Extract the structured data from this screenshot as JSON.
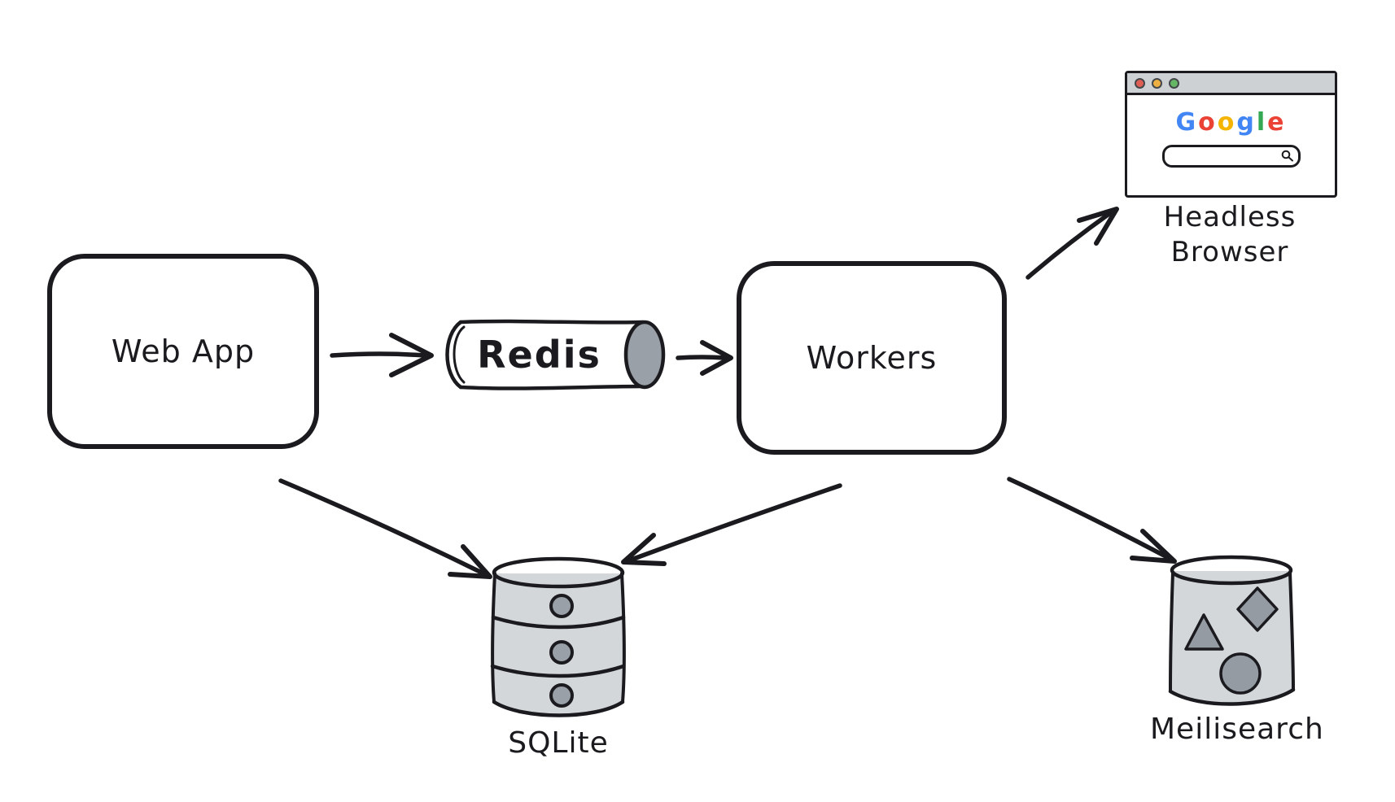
{
  "diagram": {
    "nodes": {
      "web_app": {
        "label": "Web App"
      },
      "redis": {
        "label": "Redis"
      },
      "workers": {
        "label": "Workers"
      },
      "headless_browser": {
        "label_line1": "Headless",
        "label_line2": "Browser",
        "logo_letters": [
          {
            "char": "G",
            "color": "#4285f4"
          },
          {
            "char": "o",
            "color": "#ea4335"
          },
          {
            "char": "o",
            "color": "#f4b400"
          },
          {
            "char": "g",
            "color": "#4285f4"
          },
          {
            "char": "l",
            "color": "#34a853"
          },
          {
            "char": "e",
            "color": "#ea4335"
          }
        ],
        "traffic_lights": [
          {
            "name": "close",
            "color": "#df5f55"
          },
          {
            "name": "minimize",
            "color": "#eeb043"
          },
          {
            "name": "maximize",
            "color": "#65b766"
          }
        ]
      },
      "sqlite": {
        "label": "SQLite"
      },
      "meilisearch": {
        "label": "Meilisearch"
      }
    },
    "edges": [
      {
        "from": "web-app",
        "to": "redis"
      },
      {
        "from": "redis",
        "to": "workers"
      },
      {
        "from": "workers",
        "to": "headless-browser"
      },
      {
        "from": "web-app",
        "to": "sqlite"
      },
      {
        "from": "workers",
        "to": "sqlite"
      },
      {
        "from": "workers",
        "to": "meilisearch"
      }
    ],
    "colors": {
      "stroke": "#1b1b1f",
      "light_gray": "#d3d7da",
      "mid_gray": "#99a0a7",
      "shape_gray": "#949ba2",
      "titlebar_gray": "#cdd1d4"
    }
  }
}
